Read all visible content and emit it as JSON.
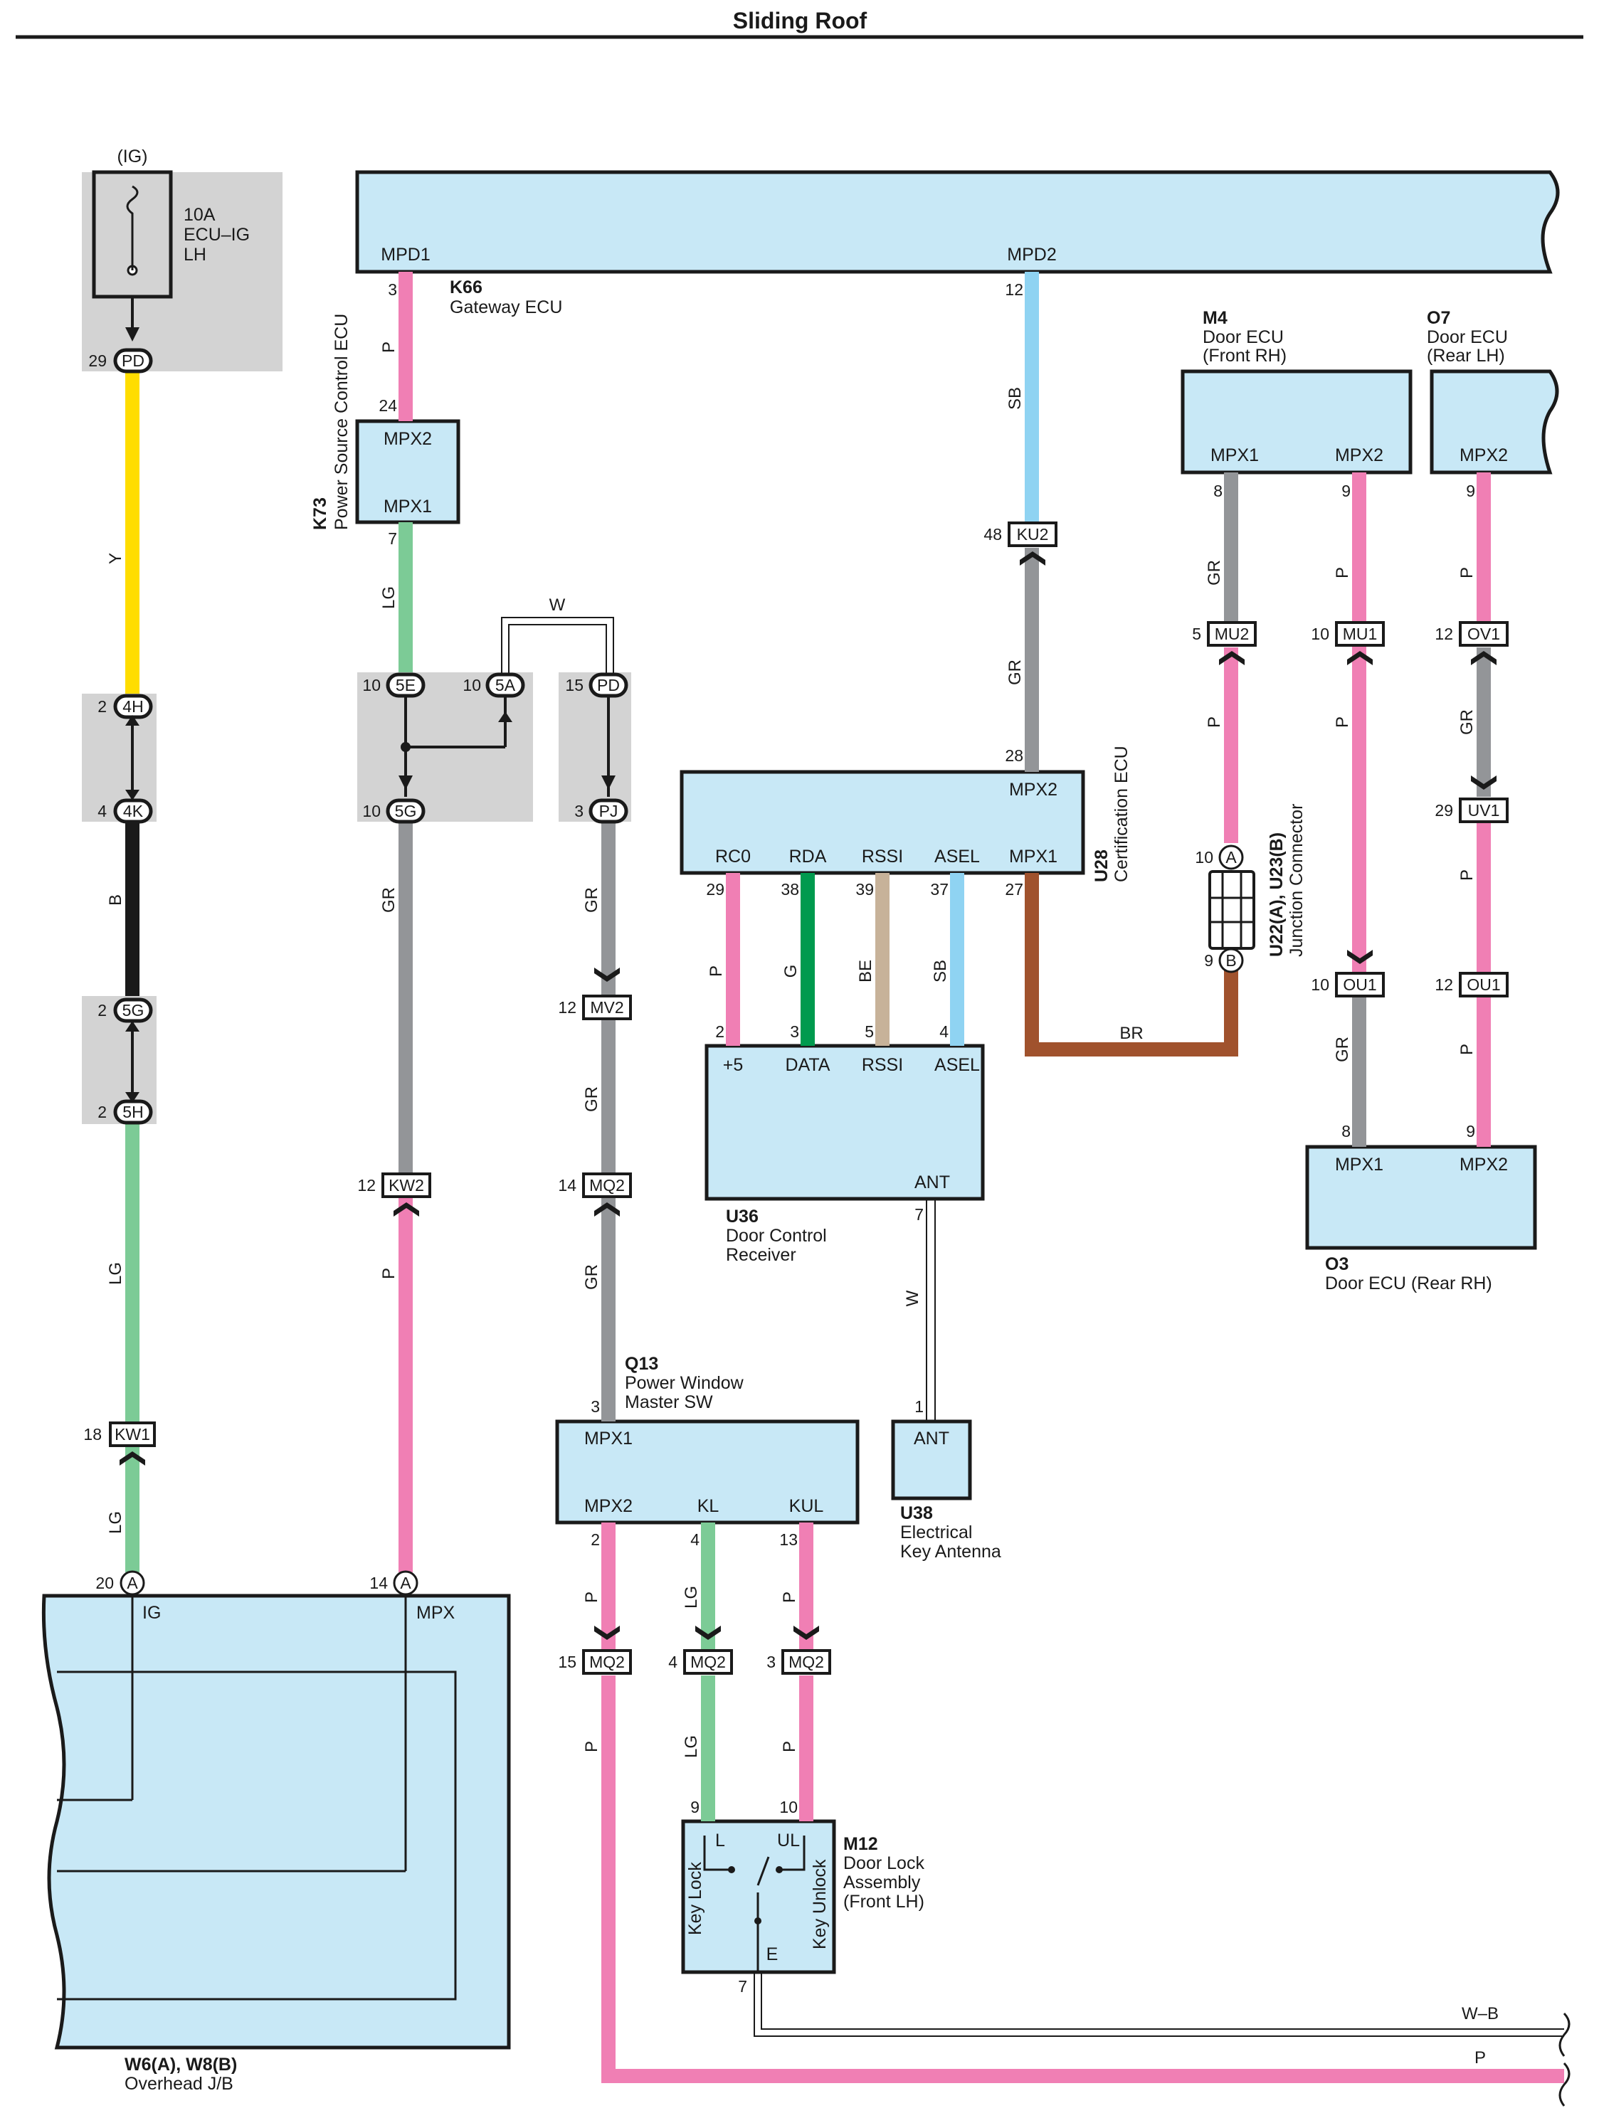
{
  "title": "Sliding Roof",
  "components": {
    "fuse": {
      "label": "(IG)",
      "name_lines": [
        "10A",
        "ECU–IG",
        "LH"
      ]
    },
    "gateway": {
      "id": "K66",
      "name": "Gateway ECU",
      "pin_left": "MPD1",
      "pin_right": "MPD2"
    },
    "power_source": {
      "id": "K73",
      "name": "Power Source Control ECU",
      "pin_top": "MPX2",
      "pin_bottom": "MPX1"
    },
    "door_ecu_front_rh": {
      "id": "M4",
      "name_lines": [
        "Door ECU",
        "(Front RH)"
      ],
      "pins": [
        "MPX1",
        "MPX2"
      ]
    },
    "door_ecu_rear_lh": {
      "id": "O7",
      "name_lines": [
        "Door ECU",
        "(Rear LH)"
      ],
      "pins": [
        "MPX2"
      ]
    },
    "certification": {
      "id": "U28",
      "name": "Certification ECU",
      "pin_top": "MPX2",
      "pins": [
        "RC0",
        "RDA",
        "RSSI",
        "ASEL",
        "MPX1"
      ]
    },
    "junction": {
      "id": "U22(A), U23(B)",
      "name": "Junction Connector"
    },
    "door_control_receiver": {
      "id": "U36",
      "name_lines": [
        "Door Control",
        "Receiver"
      ],
      "pins": [
        "+5",
        "DATA",
        "RSSI",
        "ASEL"
      ],
      "pin_bottom": "ANT"
    },
    "door_ecu_rear_rh": {
      "id": "O3",
      "name": "Door ECU (Rear RH)",
      "pins": [
        "MPX1",
        "MPX2"
      ]
    },
    "master_sw": {
      "id": "Q13",
      "name_lines": [
        "Power Window",
        "Master SW"
      ],
      "pin_top": "MPX1",
      "pins": [
        "MPX2",
        "KL",
        "KUL"
      ]
    },
    "antenna": {
      "id": "U38",
      "name_lines": [
        "Electrical",
        "Key Antenna"
      ],
      "pin": "ANT"
    },
    "overhead_jb": {
      "id": "W6(A), W8(B)",
      "name": "Overhead J/B",
      "pins": [
        "IG",
        "MPX"
      ]
    },
    "door_lock": {
      "id": "M12",
      "name_lines": [
        "Door Lock",
        "Assembly",
        "(Front LH)"
      ],
      "pins": [
        "L",
        "UL",
        "E"
      ],
      "side_labels": [
        "Key Lock",
        "Key Unlock"
      ]
    }
  },
  "connectors": [
    {
      "code": "PD",
      "pin": "29"
    },
    {
      "code": "4H",
      "pin": "2"
    },
    {
      "code": "4K",
      "pin": "4"
    },
    {
      "code": "5G",
      "pin": "2"
    },
    {
      "code": "5H",
      "pin": "2"
    },
    {
      "code": "KW1",
      "pin": "18"
    },
    {
      "code": "5E",
      "pin": "10"
    },
    {
      "code": "5A",
      "pin": "10"
    },
    {
      "code": "PD",
      "pin": "15"
    },
    {
      "code": "5G",
      "pin": "10"
    },
    {
      "code": "PJ",
      "pin": "3"
    },
    {
      "code": "MV2",
      "pin": "12"
    },
    {
      "code": "KW2",
      "pin": "12"
    },
    {
      "code": "MQ2",
      "pin": "14"
    },
    {
      "code": "KU2",
      "pin": "48"
    },
    {
      "code": "MU2",
      "pin": "5"
    },
    {
      "code": "MU1",
      "pin": "10"
    },
    {
      "code": "OV1",
      "pin": "12"
    },
    {
      "code": "UV1",
      "pin": "29"
    },
    {
      "code": "OU1",
      "pin": "10"
    },
    {
      "code": "OU1",
      "pin": "12"
    },
    {
      "code": "MQ2",
      "pin": "15"
    },
    {
      "code": "MQ2",
      "pin": "4"
    },
    {
      "code": "MQ2",
      "pin": "3"
    },
    {
      "code": "A",
      "pin": "10"
    },
    {
      "code": "B",
      "pin": "9"
    },
    {
      "code": "A",
      "pin": "20"
    },
    {
      "code": "A",
      "pin": "14"
    }
  ],
  "pin_numbers": [
    "3",
    "24",
    "7",
    "12",
    "28",
    "8",
    "9",
    "9",
    "29",
    "38",
    "39",
    "37",
    "27",
    "2",
    "3",
    "5",
    "4",
    "8",
    "9",
    "7",
    "1",
    "3",
    "2",
    "4",
    "13",
    "9",
    "10",
    "7"
  ],
  "wire_colors": [
    "Y",
    "B",
    "LG",
    "LG",
    "P",
    "LG",
    "GR",
    "W",
    "GR",
    "GR",
    "GR",
    "P",
    "SB",
    "GR",
    "GR",
    "P",
    "P",
    "P",
    "GR",
    "P",
    "P",
    "GR",
    "P",
    "P",
    "G",
    "BE",
    "SB",
    "BR",
    "W",
    "P",
    "LG",
    "P",
    "P",
    "LG",
    "P",
    "W–B",
    "P"
  ],
  "colors": {
    "Y": "#ffdd00",
    "B": "#1a1a1a",
    "LG": "#7ccb96",
    "P": "#f07fb4",
    "GR": "#939598",
    "SB": "#8fd3f2",
    "G": "#009a4e",
    "BE": "#c7b299",
    "BR": "#a0522d",
    "W": "#ffffff",
    "box_fill": "#c8e8f6",
    "jb_fill": "#d3d3d3"
  }
}
